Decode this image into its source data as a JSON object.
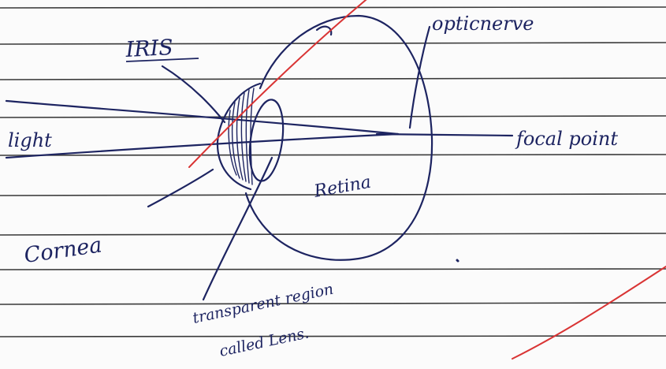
{
  "diagram": {
    "labels": {
      "iris": "IRIS",
      "optic_nerve": "opticnerve",
      "light": "light",
      "focal_point": "focal point",
      "retina": "Retina",
      "cornea": "Cornea",
      "lens_line1": "transparent region",
      "lens_line2": "called Lens."
    }
  },
  "colors": {
    "paper": "#fbfbfb",
    "rule": "#3a3a3a",
    "ink": "#1d2461",
    "correction": "#d93434"
  }
}
